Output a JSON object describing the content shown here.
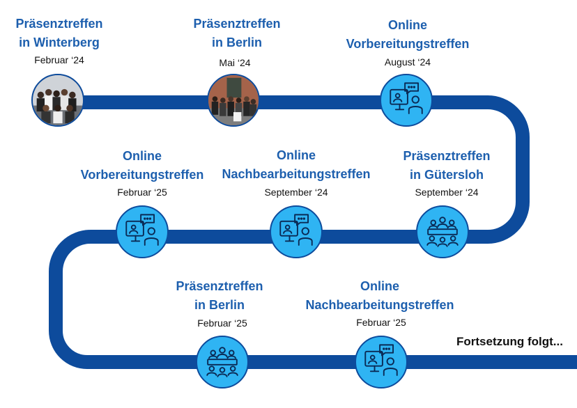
{
  "colors": {
    "track": "#0d4b9c",
    "node_fill": "#2fb4f3",
    "title": "#1d5fae",
    "text": "#111111"
  },
  "milestones": [
    {
      "title": [
        "Präsenztreffen",
        "in Winterberg"
      ],
      "date": "Februar ‘24",
      "icon": "group-photo"
    },
    {
      "title": [
        "Präsenztreffen",
        "in Berlin"
      ],
      "date": "Mai ‘24",
      "icon": "group-photo"
    },
    {
      "title": [
        "Online",
        "Vorbereitungstreffen"
      ],
      "date": "August ‘24",
      "icon": "video-call-icon"
    },
    {
      "title": [
        "Präsenztreffen",
        "in Gütersloh"
      ],
      "date": "September ‘24",
      "icon": "meeting-table-icon"
    },
    {
      "title": [
        "Online",
        "Nachbearbeitungstreffen"
      ],
      "date": "September ‘24",
      "icon": "video-call-icon"
    },
    {
      "title": [
        "Online",
        "Vorbereitungstreffen"
      ],
      "date": "Februar ‘25",
      "icon": "video-call-icon"
    },
    {
      "title": [
        "Präsenztreffen",
        "in Berlin"
      ],
      "date": "Februar ‘25",
      "icon": "meeting-table-icon"
    },
    {
      "title": [
        "Online",
        "Nachbearbeitungstreffen"
      ],
      "date": "Februar ‘25",
      "icon": "video-call-icon"
    }
  ],
  "continue_label": "Fortsetzung folgt..."
}
